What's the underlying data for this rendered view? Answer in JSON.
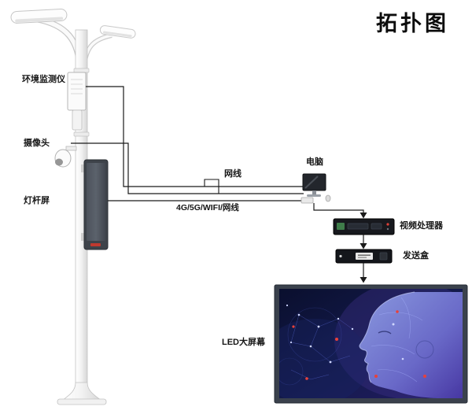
{
  "title": "拓扑图",
  "pole_labels": {
    "env_monitor": "环境监测仪",
    "camera": "摄像头",
    "pole_screen": "灯杆屏"
  },
  "connection_labels": {
    "net_cable": "网线",
    "wireless": "4G/5G/WIFI/网线"
  },
  "device_labels": {
    "computer": "电脑",
    "video_processor": "视频处理器",
    "sender_box": "发送盒",
    "led_screen": "LED大屏幕"
  },
  "colors": {
    "line": "#1a1a1a",
    "pole_gray": "#d8d8d8",
    "screen_navy": "#0a0f2e",
    "screen_purple": "#241b63",
    "face_blue": "#8fa0e8",
    "accent_red": "#e8413a"
  }
}
